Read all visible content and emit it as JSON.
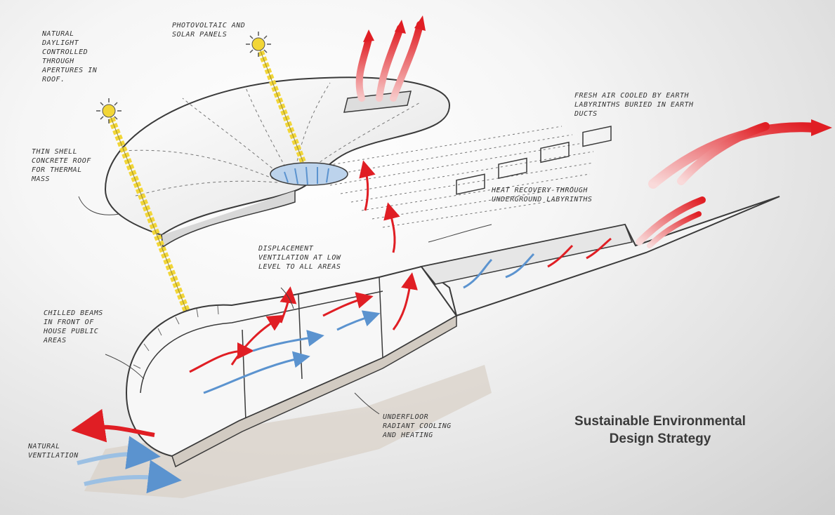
{
  "caption": {
    "line1": "Sustainable Environmental",
    "line2": "Design Strategy"
  },
  "annotations": {
    "daylight": "Natural daylight controlled through apertures in roof.",
    "photovoltaic": "Photovoltaic and solar panels",
    "thin_shell": "Thin shell concrete roof for thermal mass",
    "earth_ducts": "Fresh air cooled by earth labyrinths buried in earth ducts",
    "heat_recovery": "Heat recovery through underground labyrinths",
    "displacement": "Displacement ventilation at low level to all areas",
    "chilled_beams": "Chilled beams in front of house public areas",
    "underfloor": "Underfloor radiant cooling and heating",
    "natural_vent": "Natural ventilation"
  },
  "colors": {
    "airflow_hot": "#e01e24",
    "airflow_cool": "#5b93cf",
    "solar": "#f2d637",
    "linework": "#3a3a3a"
  }
}
